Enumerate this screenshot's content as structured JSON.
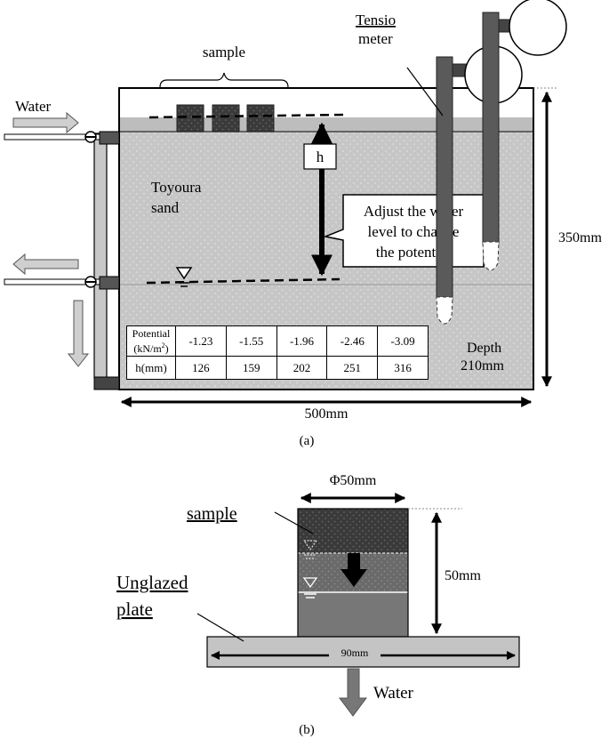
{
  "figure_a": {
    "caption": "(a)",
    "labels": {
      "water": "Water",
      "sample": "sample",
      "tensio_line1": "Tensio",
      "tensio_line2": "meter",
      "toyoura_line1": "Toyoura",
      "toyoura_line2": "sand",
      "h": "h",
      "adjust_line1": "Adjust the water",
      "adjust_line2": "level to change",
      "adjust_line3": "the potential",
      "dim_height": "350mm",
      "dim_width": "500mm",
      "depth_line1": "Depth",
      "depth_line2": "210mm"
    },
    "table": {
      "row1_header_line1": "Potential",
      "row1_header_line2": "(kN/m",
      "row1_header_sup": "2",
      "row1_header_close": ")",
      "row2_header": "h(mm)",
      "potentials": [
        "-1.23",
        "-1.55",
        "-1.96",
        "-2.46",
        "-3.09"
      ],
      "heights": [
        "126",
        "159",
        "202",
        "251",
        "316"
      ]
    }
  },
  "figure_b": {
    "caption": "(b)",
    "labels": {
      "diameter": "Φ50mm",
      "sample": "sample",
      "height": "50mm",
      "unglazed_line1": "Unglazed",
      "unglazed_line2": "plate",
      "plate_width": "90mm",
      "water": "Water"
    }
  }
}
